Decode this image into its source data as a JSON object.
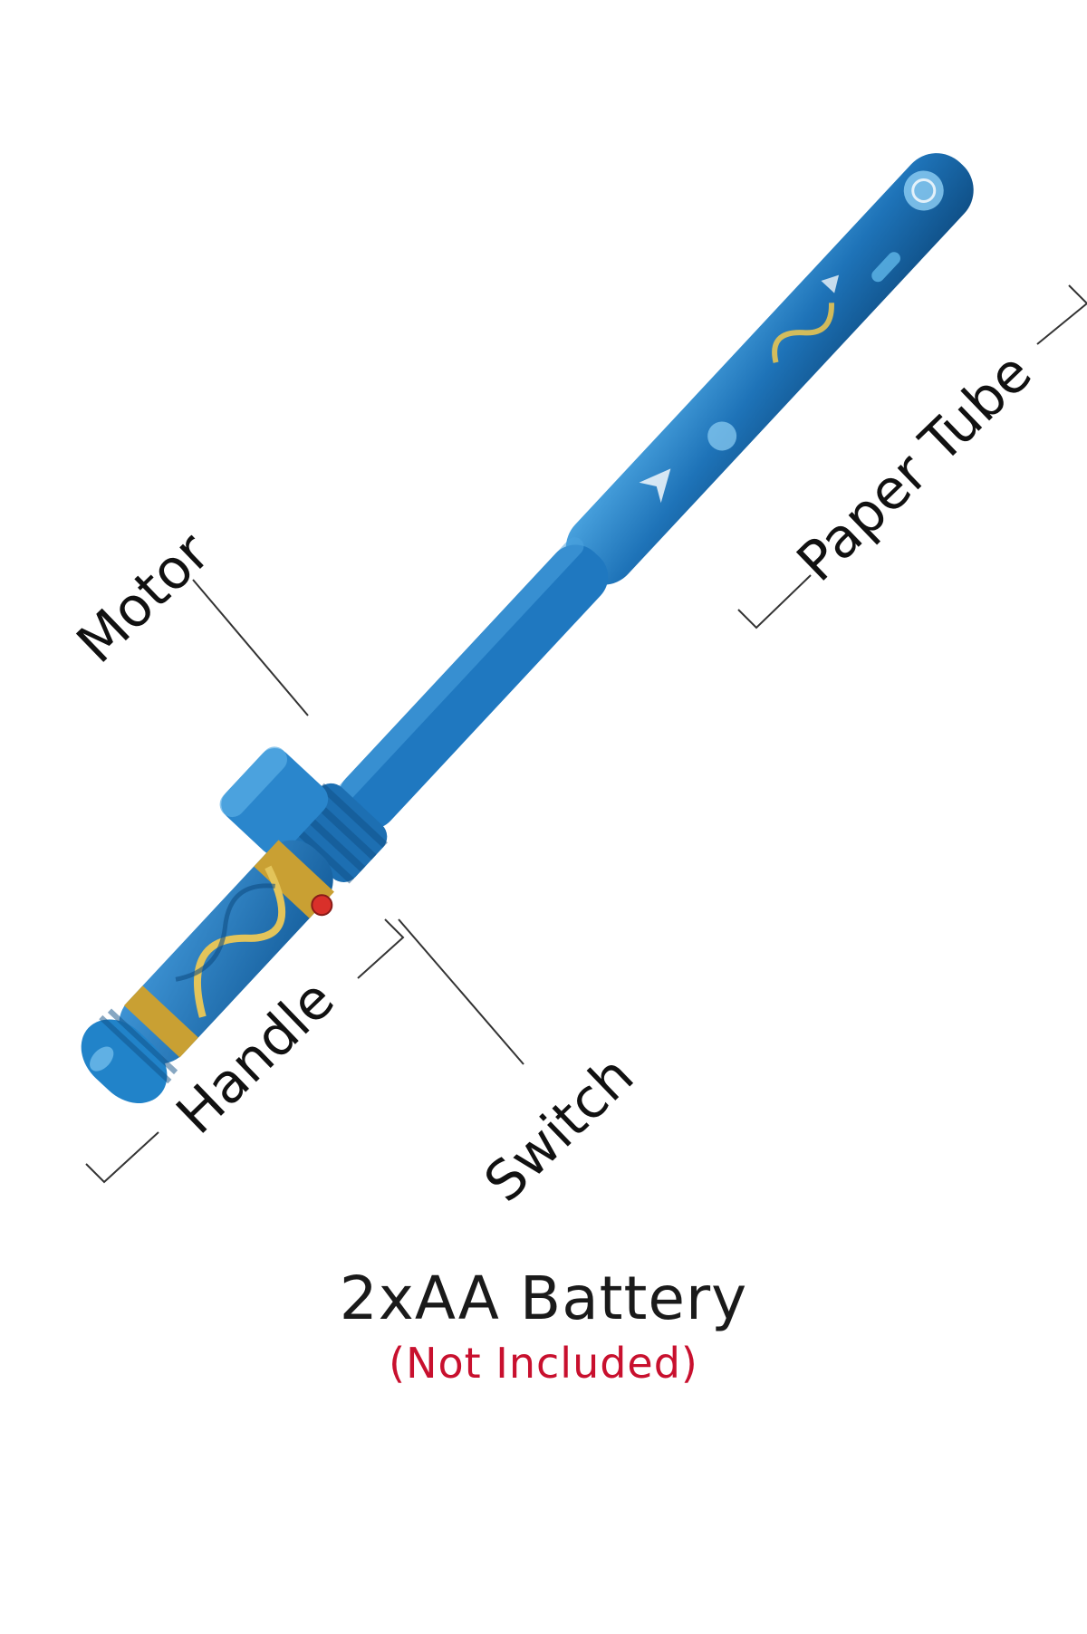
{
  "product": {
    "name": "bubble-wand-toy",
    "colors": {
      "body_blue": "#1e73b8",
      "body_blue_light": "#3f95d6",
      "body_blue_dark": "#0f4f86",
      "tube_pattern": "#5fb6e8",
      "gold_accent": "#c9a033",
      "switch_red": "#d9302a"
    }
  },
  "labels": {
    "motor": "Motor",
    "paper_tube": "Paper Tube",
    "handle": "Handle",
    "switch": "Switch"
  },
  "caption": {
    "battery": "2xAA Battery",
    "not_included": "(Not Included)",
    "not_included_color": "#c8102e"
  }
}
